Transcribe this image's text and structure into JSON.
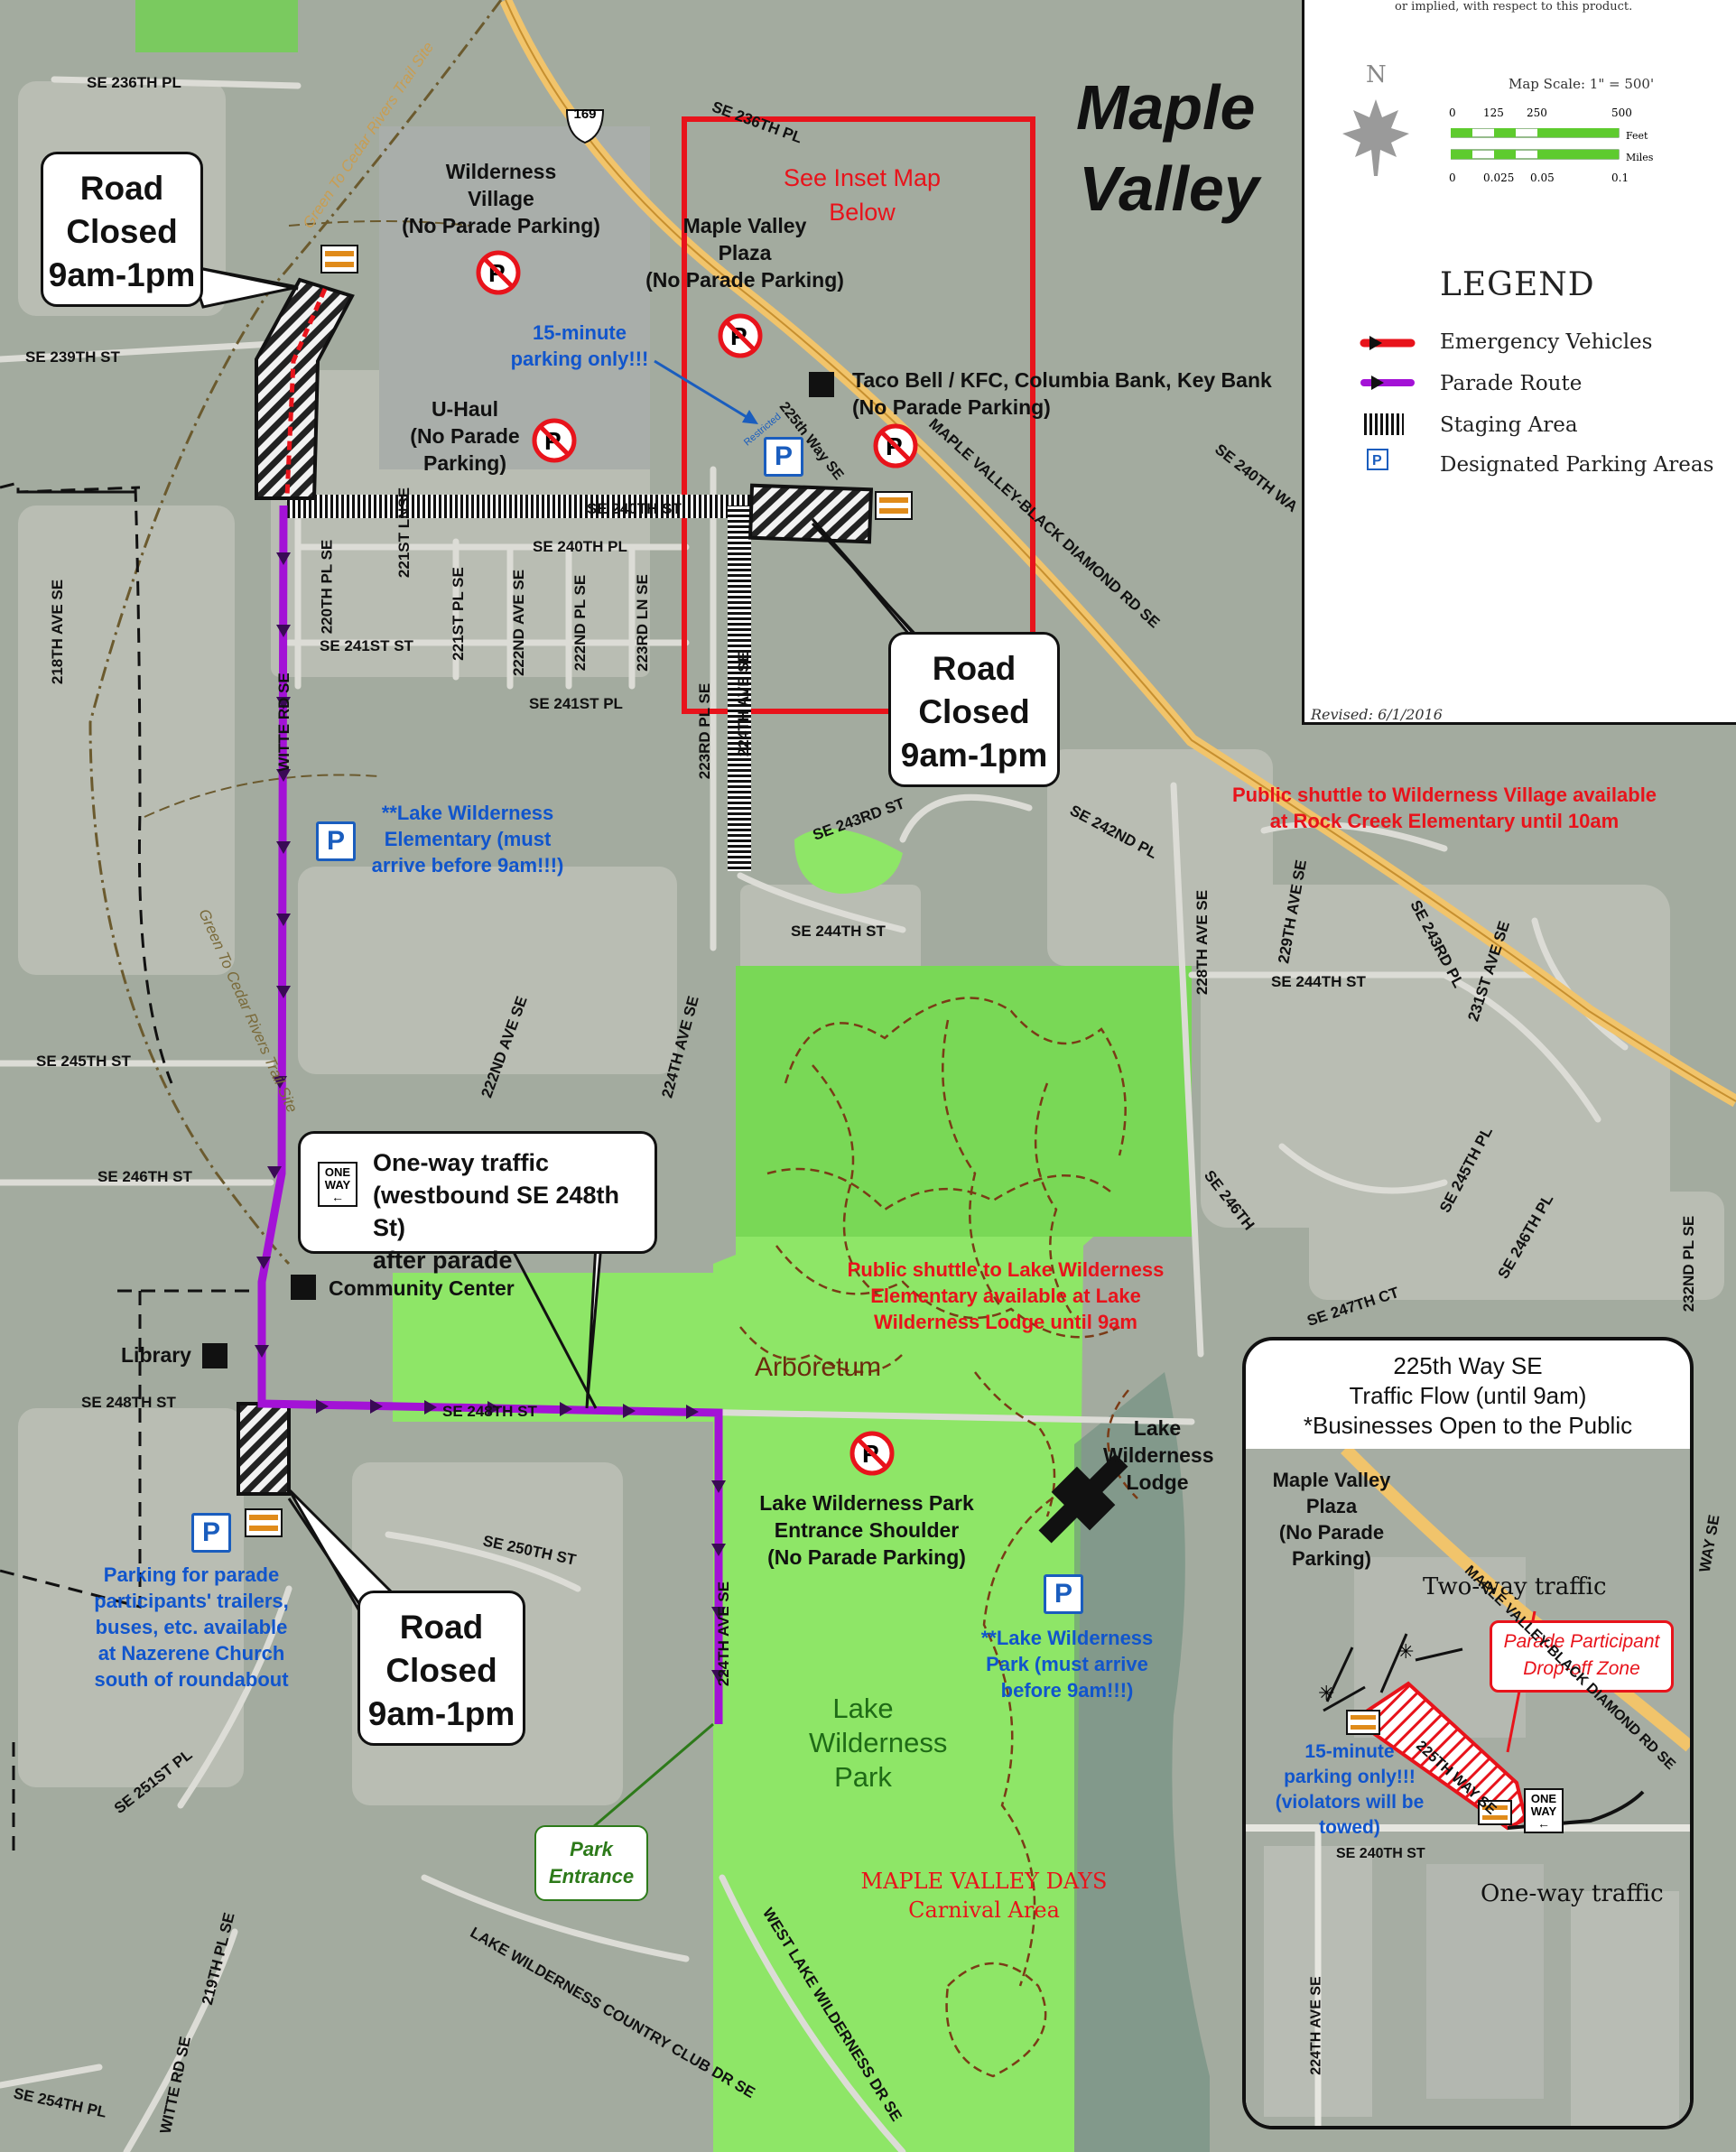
{
  "map": {
    "city_name_line1": "Maple",
    "city_name_line2": "Valley",
    "highway_shield": "169",
    "revised": "Revised: 6/1/2016",
    "top_disclaimer": "or implied, with respect to this product."
  },
  "scale": {
    "north": "N",
    "map_scale": "Map Scale: 1\" = 500'",
    "feet_ticks": [
      "0",
      "125",
      "250",
      "500"
    ],
    "feet_unit": "Feet",
    "miles_ticks": [
      "0",
      "0.025",
      "0.05",
      "0.1"
    ],
    "miles_unit": "Miles"
  },
  "legend": {
    "title": "LEGEND",
    "items": [
      {
        "label": "Emergency Vehicles",
        "color": "#e8131b"
      },
      {
        "label": "Parade Route",
        "color": "#a312d6"
      },
      {
        "label": "Staging Area",
        "color": "#111111"
      },
      {
        "label": "Designated Parking Areas",
        "color": "#1a5dbe"
      }
    ]
  },
  "callouts": {
    "road_closed_1": [
      "Road",
      "Closed",
      "9am-1pm"
    ],
    "road_closed_2": [
      "Road",
      "Closed",
      "9am-1pm"
    ],
    "road_closed_3": [
      "Road",
      "Closed",
      "9am-1pm"
    ],
    "one_way": [
      "One-way traffic",
      "(westbound SE 248th St)",
      "after parade"
    ]
  },
  "places": {
    "wilderness_village": [
      "Wilderness",
      "Village",
      "(No Parade Parking)"
    ],
    "maple_valley_plaza": [
      "Maple Valley",
      "Plaza",
      "(No Parade Parking)"
    ],
    "taco_bell": [
      "Taco Bell / KFC, Columbia Bank, Key Bank",
      "(No Parade Parking)"
    ],
    "u_haul": [
      "U-Haul",
      "(No Parade",
      "Parking)"
    ],
    "community_center": "Community Center",
    "library": "Library",
    "lake_wilderness_lodge": [
      "Lake",
      "Wilderness",
      "Lodge"
    ],
    "park_entrance_shoulder": [
      "Lake Wilderness Park",
      "Entrance Shoulder",
      "(No Parade Parking)"
    ],
    "arboretum": "Arboretum",
    "lake_wilderness_park": [
      "Lake",
      "Wilderness",
      "Park"
    ],
    "carnival": [
      "MAPLE VALLEY DAYS",
      "Carnival Area"
    ],
    "park_entrance": [
      "Park",
      "Entrance"
    ],
    "one_way_sign": [
      "ONE",
      "WAY"
    ]
  },
  "notes": {
    "inset_ref": [
      "See Inset Map",
      "Below"
    ],
    "fifteen_minute": [
      "15-minute",
      "parking only!!!"
    ],
    "restricted": "Restricted",
    "lake_wilderness_elementary": [
      "**Lake Wilderness",
      "Elementary (must",
      "arrive before 9am!!!)"
    ],
    "shuttle_rock_creek": [
      "Public shuttle to Wilderness Village available",
      "at Rock Creek Elementary until 10am"
    ],
    "shuttle_lodge": [
      "Public shuttle to Lake Wilderness",
      "Elementary available at Lake",
      "Wilderness Lodge until 9am"
    ],
    "parking_trailers": [
      "Parking for parade",
      "participants' trailers,",
      "buses, etc. available",
      "at Nazerene Church",
      "south of roundabout"
    ],
    "lake_wilderness_park_parking": [
      "**Lake Wilderness",
      "Park (must arrive",
      "before 9am!!!)"
    ]
  },
  "roads": {
    "se_236th_pl_w": "SE 236TH PL",
    "se_236th_pl_e": "SE 236TH PL",
    "se_239th_st": "SE 239TH ST",
    "se_240th_st": "SE 240TH ST",
    "se_240th_pl": "SE 240TH PL",
    "se_240th_wa": "SE 240TH WA",
    "se_241st_st": "SE 241ST ST",
    "se_241st_pl": "SE 241ST PL",
    "se_243rd_st": "SE 243RD ST",
    "se_242nd_pl": "SE 242ND PL",
    "se_244th_st": "SE 244TH ST",
    "se_244th_st_e": "SE 244TH ST",
    "se_245th_st": "SE 245TH ST",
    "se_246th_st": "SE 246TH ST",
    "se_247th_ct": "SE 247TH CT",
    "se_248th_st_w": "SE 248TH ST",
    "se_248th_st": "SE 248TH ST",
    "se_250th_st": "SE 250TH ST",
    "se_251st_pl": "SE 251ST PL",
    "se_254th_pl": "SE 254TH PL",
    "ave_218th": "218TH AVE SE",
    "pl_220th": "220TH PL SE",
    "ln_221st": "221ST LNSE",
    "pl_221st": "221ST PL SE",
    "ave_222nd": "222ND AVE SE",
    "ave_222nd_s": "222ND AVE SE",
    "pl_222nd": "222ND PL SE",
    "ln_223rd": "223RD LN SE",
    "pl_223rd": "223RD PL SE",
    "ave_224th": "224TH AVE SE",
    "ave_224th_s": "224TH AVE SE",
    "ave_224th_park": "224TH AVE SE",
    "ave_228th": "228TH AVE SE",
    "ave_229th": "229TH AVE SE",
    "rd_243rd": "SE 243RD PL",
    "ave_231st": "231ST AVE SE",
    "se_245th_pl": "SE 245TH PL",
    "se_246th_pl": "SE 246TH PL",
    "se_246th_e": "SE 246TH",
    "pl_232nd": "232ND PL SE",
    "witte_rd": "WITTE RD SE",
    "witte_rd_s": "WITTE RD SE",
    "pl_219th": "219TH PL SE",
    "way_225th": "225th Way SE",
    "mvbd_rd": "MAPLE VALLEY-BLACK DIAMOND RD SE",
    "trail_north": "Green To Cedar Rivers Trail Site",
    "trail_south": "Green To Cedar Rivers Trail Site",
    "country_club": "LAKE WILDERNESS COUNTRY CLUB DR SE",
    "west_lake": "WEST LAKE WILDERNESS DR SE",
    "way_e": "WAY SE"
  },
  "inset": {
    "title": [
      "225th Way SE",
      "Traffic Flow (until 9am)",
      "*Businesses Open to the Public"
    ],
    "plaza": [
      "Maple Valley",
      "Plaza",
      "(No Parade",
      "Parking)"
    ],
    "two_way": "Two-way traffic",
    "drop_off": [
      "Parade Participant",
      "Drop-off Zone"
    ],
    "fifteen_minute": [
      "15-minute",
      "parking only!!!",
      "(violators will be",
      "towed)"
    ],
    "one_way": "One-way traffic",
    "road_240th": "SE 240TH ST",
    "road_224th": "224TH AVE SE",
    "road_225th": "225TH WAY SE",
    "road_mvbd": "MAPLE VALLEY-BLACK DIAMOND RD SE",
    "one_way_sign": [
      "ONE",
      "WAY"
    ]
  }
}
